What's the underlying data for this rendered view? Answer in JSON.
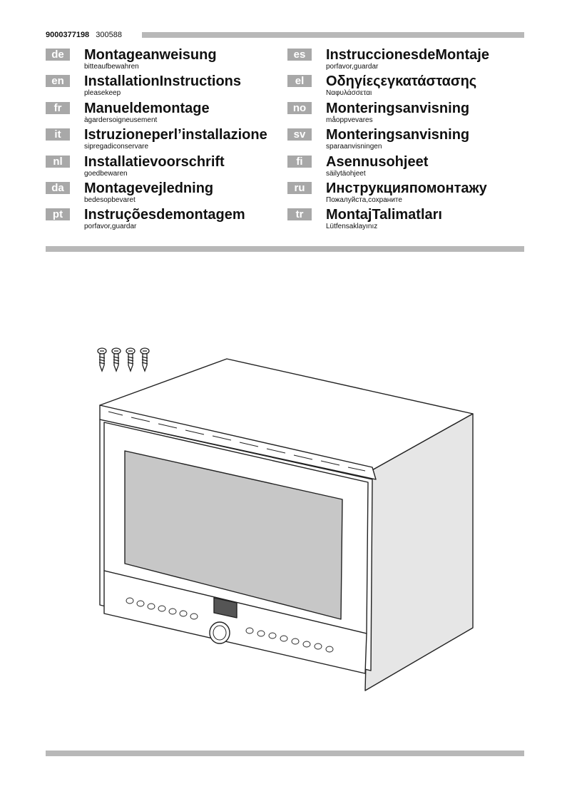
{
  "header": {
    "doc_number": "9000377198",
    "revision": "300588"
  },
  "languages_left": [
    {
      "code": "de",
      "title": "Montageanweisung",
      "subtitle": "bitteaufbewahren"
    },
    {
      "code": "en",
      "title": "InstallationInstructions",
      "subtitle": "pleasekeep"
    },
    {
      "code": "fr",
      "title": "Manueldemontage",
      "subtitle": "àgardersoigneusement"
    },
    {
      "code": "it",
      "title": "Istruzioneperl’installazione",
      "subtitle": "sipregadiconservare"
    },
    {
      "code": "nl",
      "title": "Installatievoorschrift",
      "subtitle": "goedbewaren"
    },
    {
      "code": "da",
      "title": "Montagevejledning",
      "subtitle": "bedesopbevaret"
    },
    {
      "code": "pt",
      "title": "Instruçõesdemontagem",
      "subtitle": "porfavor,guardar"
    }
  ],
  "languages_right": [
    {
      "code": "es",
      "title": "InstruccionesdeMontaje",
      "subtitle": "porfavor,guardar"
    },
    {
      "code": "el",
      "title": "Οδηγίεςεγκατάστασης",
      "subtitle": "Ναφυλάσσεται"
    },
    {
      "code": "no",
      "title": "Monteringsanvisning",
      "subtitle": "måoppvevares"
    },
    {
      "code": "sv",
      "title": "Monteringsanvisning",
      "subtitle": "sparaanvisningen"
    },
    {
      "code": "fi",
      "title": "Asennusohjeet",
      "subtitle": "säilytäohjeet"
    },
    {
      "code": "ru",
      "title": "Инструкцияпомонтажу",
      "subtitle": "Пожалуйста,сохраните"
    },
    {
      "code": "tr",
      "title": "MontajTalimatları",
      "subtitle": "Lütfensaklayınız"
    }
  ],
  "illustration": {
    "subject": "built-in-oven-with-mounting-screws",
    "icons": [
      "screw-icon"
    ],
    "screw_count": 4
  }
}
